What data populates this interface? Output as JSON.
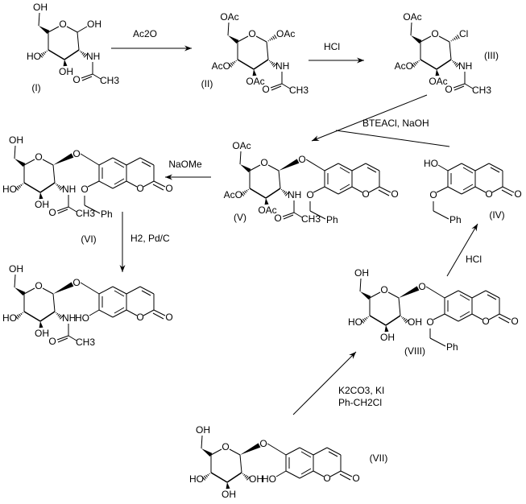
{
  "compounds": {
    "I": {
      "label": "(I)",
      "sugar": {
        "ring_o": "O",
        "c6": "OH",
        "c1": "OH",
        "c4": "HO",
        "c3": "OH",
        "c2": "NH",
        "amide_o": "O",
        "amide_me": "CH3"
      }
    },
    "II": {
      "label": "(II)",
      "sugar": {
        "ring_o": "O",
        "c6": "OAc",
        "c1": "OAc",
        "c4": "AcO",
        "c3": "OAc",
        "c2": "NH",
        "amide_o": "O",
        "amide_me": "CH3"
      }
    },
    "III": {
      "label": "(III)",
      "sugar": {
        "ring_o": "O",
        "c6": "OAc",
        "c1": "Cl",
        "c4": "AcO",
        "c3": "OAc",
        "c2": "NH",
        "amide_o": "O",
        "amide_me": "CH3"
      }
    },
    "IV": {
      "label": "(IV)",
      "coumarin": {
        "sub6": "HO",
        "sub7_o": "O",
        "sub7_r": "Ph",
        "o1": "O",
        "exo": "O"
      }
    },
    "V": {
      "label": "(V)",
      "sugar": {
        "ring_o": "O",
        "c6": "OAc",
        "c1": "O",
        "c4": "AcO",
        "c3": "OAc",
        "c2": "NH",
        "amide_o": "O",
        "amide_me": "CH3"
      },
      "coumarin": {
        "sub7_o": "O",
        "sub7_r": "Ph",
        "o1": "O",
        "exo": "O"
      }
    },
    "VI": {
      "label": "(VI)",
      "sugar": {
        "ring_o": "O",
        "c6": "OH",
        "c1": "O",
        "c4": "HO",
        "c3": "OH",
        "c2": "NH",
        "amide_o": "O",
        "amide_me": "CH3"
      },
      "coumarin": {
        "sub7_o": "O",
        "sub7_r": "Ph",
        "o1": "O",
        "exo": "O"
      }
    },
    "VI_H": {
      "sugar": {
        "ring_o": "O",
        "c6": "OH",
        "c1": "O",
        "c4": "HO",
        "c3": "OH",
        "c2": "NH",
        "amide_o": "O",
        "amide_me": "CH3"
      },
      "coumarin": {
        "sub7_oh": "HO",
        "o1": "O",
        "exo": "O"
      }
    },
    "VII": {
      "label": "(VII)",
      "sugar": {
        "ring_o": "O",
        "c6": "OH",
        "c1": "O",
        "c4": "HO",
        "c3": "OH",
        "c2": "OH"
      },
      "coumarin": {
        "sub7_oh": "HO",
        "o1": "O",
        "exo": "O"
      }
    },
    "VIII": {
      "label": "(VIII)",
      "sugar": {
        "ring_o": "O",
        "c6": "OH",
        "c1": "O",
        "c4": "HO",
        "c3": "OH",
        "c2": "OH"
      },
      "coumarin": {
        "sub7_o": "O",
        "sub7_r": "Ph",
        "o1": "O",
        "exo": "O"
      }
    }
  },
  "reagents": [
    {
      "text": "Ac2O"
    },
    {
      "text": "HCl"
    },
    {
      "text": "BTEACl, NaOH"
    },
    {
      "text": "NaOMe"
    },
    {
      "text": "H2, Pd/C"
    },
    {
      "text": "HCl"
    },
    {
      "text": "K2CO3, KI"
    },
    {
      "text": "Ph-CH2Cl"
    }
  ]
}
